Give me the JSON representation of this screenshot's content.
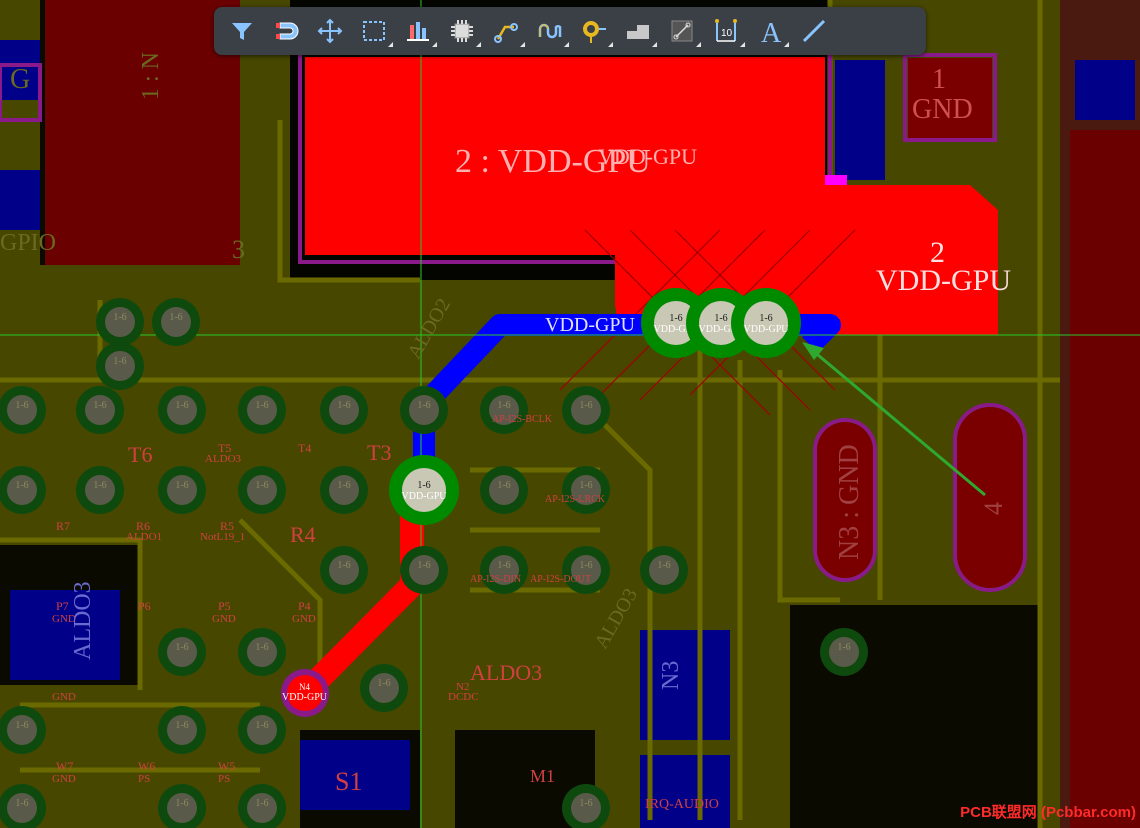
{
  "toolbar": {
    "tools": [
      {
        "name": "filter-icon"
      },
      {
        "name": "snap-magnet-icon"
      },
      {
        "name": "move-cross-icon"
      },
      {
        "name": "select-rect-icon"
      },
      {
        "name": "align-chart-icon"
      },
      {
        "name": "component-chip-icon"
      },
      {
        "name": "route-track-icon"
      },
      {
        "name": "diff-pair-icon"
      },
      {
        "name": "place-via-icon"
      },
      {
        "name": "polygon-pour-icon"
      },
      {
        "name": "rect-line-icon"
      },
      {
        "name": "dimension-icon"
      },
      {
        "name": "text-icon"
      },
      {
        "name": "draw-line-icon"
      }
    ],
    "text_glyph": "A",
    "dimension_glyph": "10"
  },
  "labels": {
    "pad_big": "2 : VDD-GPU",
    "pad_big_overlay": "VDD-GPU",
    "region_num": "2",
    "region_net": "VDD-GPU",
    "track_net": "VDD-GPU",
    "gnd_pad_num": "1",
    "gnd_pad_net": "GND",
    "via_layer": "1-6",
    "via_net": "VDD-GPU",
    "n4_ref": "N4",
    "n4_net": "VDD-GPU",
    "vert_gnd": "GND",
    "vert_net_prefix": "N3 :",
    "vert_four": "4",
    "t6": "T6",
    "t3": "T3",
    "r4": "R4",
    "t5": "T5",
    "t5_net": "ALDO3",
    "t4": "T4",
    "r7": "R7",
    "r6": "R6",
    "r6_net": "ALDO1",
    "r5": "R5",
    "r5_net": "NotL19_1",
    "p7": "P7",
    "p6": "P6",
    "p5": "P5",
    "p4": "P4",
    "gnd": "GND",
    "ps": "PS",
    "aldo3": "ALDO3",
    "aldo2": "ALDO2",
    "dcdc": "DCDC",
    "n2": "N2",
    "w7": "W7",
    "w6": "W6",
    "w5": "W5",
    "s1": "S1",
    "m1": "M1",
    "n3_pad": "N3",
    "ap_i2s_bclk": "AP-I2S-BCLK",
    "ap_i2s_lrck": "AP-I2S-LRCK",
    "ap_i2s_dout": "AP-I2S-DOUT",
    "ap_i2s_din": "AP-I2S-DIN",
    "irq_audio": "IRQ-AUDIO",
    "gpio": "GPIO",
    "nc_g": "G",
    "one_n": "1 : N",
    "three": "3"
  },
  "watermark": "PCB联盟网 (Pcbbar.com)",
  "colors": {
    "copper_red": "#ff0000",
    "track_blue": "#0000ff",
    "pour_olive": "#4b4b00",
    "trace_olive": "#5a5a00",
    "via_green": "#007a00",
    "crosshair": "#28c828",
    "arrow": "#2ea82e",
    "toolbar_bg": "#3b3f46"
  }
}
